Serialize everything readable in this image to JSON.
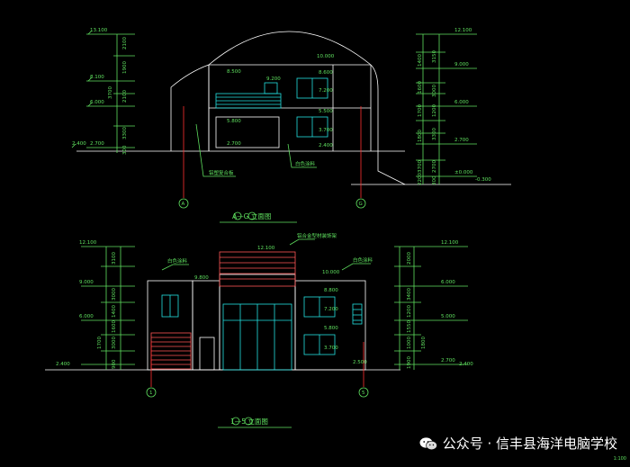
{
  "drawing_1": {
    "title": "A—G 立面图",
    "left_levels": [
      "13.100",
      "8.100",
      "6.000",
      "2.400"
    ],
    "left_dims": [
      "2100",
      "1900",
      "2100",
      "3700",
      "3300",
      "300"
    ],
    "right_levels": [
      "12.100",
      "9.000",
      "6.000",
      "2.700",
      "±0.000",
      "-0.300"
    ],
    "right_dims": [
      "3150",
      "1400",
      "1600",
      "3000",
      "1700",
      "1200",
      "1800",
      "3300",
      "3700",
      "2700",
      "300",
      "2200"
    ],
    "inner_levels": [
      "8.500",
      "9.200",
      "5.800",
      "10.000",
      "8.600",
      "7.200",
      "5.500",
      "3.700",
      "2.700",
      "2.400"
    ],
    "notes": [
      "铝塑复合板",
      "白色涂料"
    ],
    "axes": [
      "A",
      "G"
    ]
  },
  "drawing_2": {
    "title": "1—5 立面图",
    "left_levels": [
      "12.100",
      "9.000",
      "6.000",
      "2.400"
    ],
    "left_dims": [
      "3100",
      "3000",
      "1400",
      "1600",
      "3000",
      "1700",
      "900"
    ],
    "right_levels": [
      "12.100",
      "6.000",
      "5.000",
      "2.700",
      "2.400"
    ],
    "right_dims": [
      "2000",
      "3400",
      "1200",
      "1550",
      "1000",
      "1800",
      "1900"
    ],
    "inner_levels": [
      "12.100",
      "9.800",
      "10.000",
      "8.800",
      "7.200",
      "5.800",
      "3.700",
      "2.500"
    ],
    "notes": [
      "白色涂料",
      "铝合金型材装饰架",
      "白色涂料"
    ],
    "axes": [
      "1",
      "5"
    ]
  },
  "watermark": "公众号 · 信丰县海洋电脑学校",
  "corner_note": "1:100",
  "colors": {
    "green": "#5fe05f",
    "white": "#ffffff",
    "cyan": "#22e0e0",
    "red": "#ff3030",
    "yellow": "#e8e830",
    "bg": "#000000"
  }
}
